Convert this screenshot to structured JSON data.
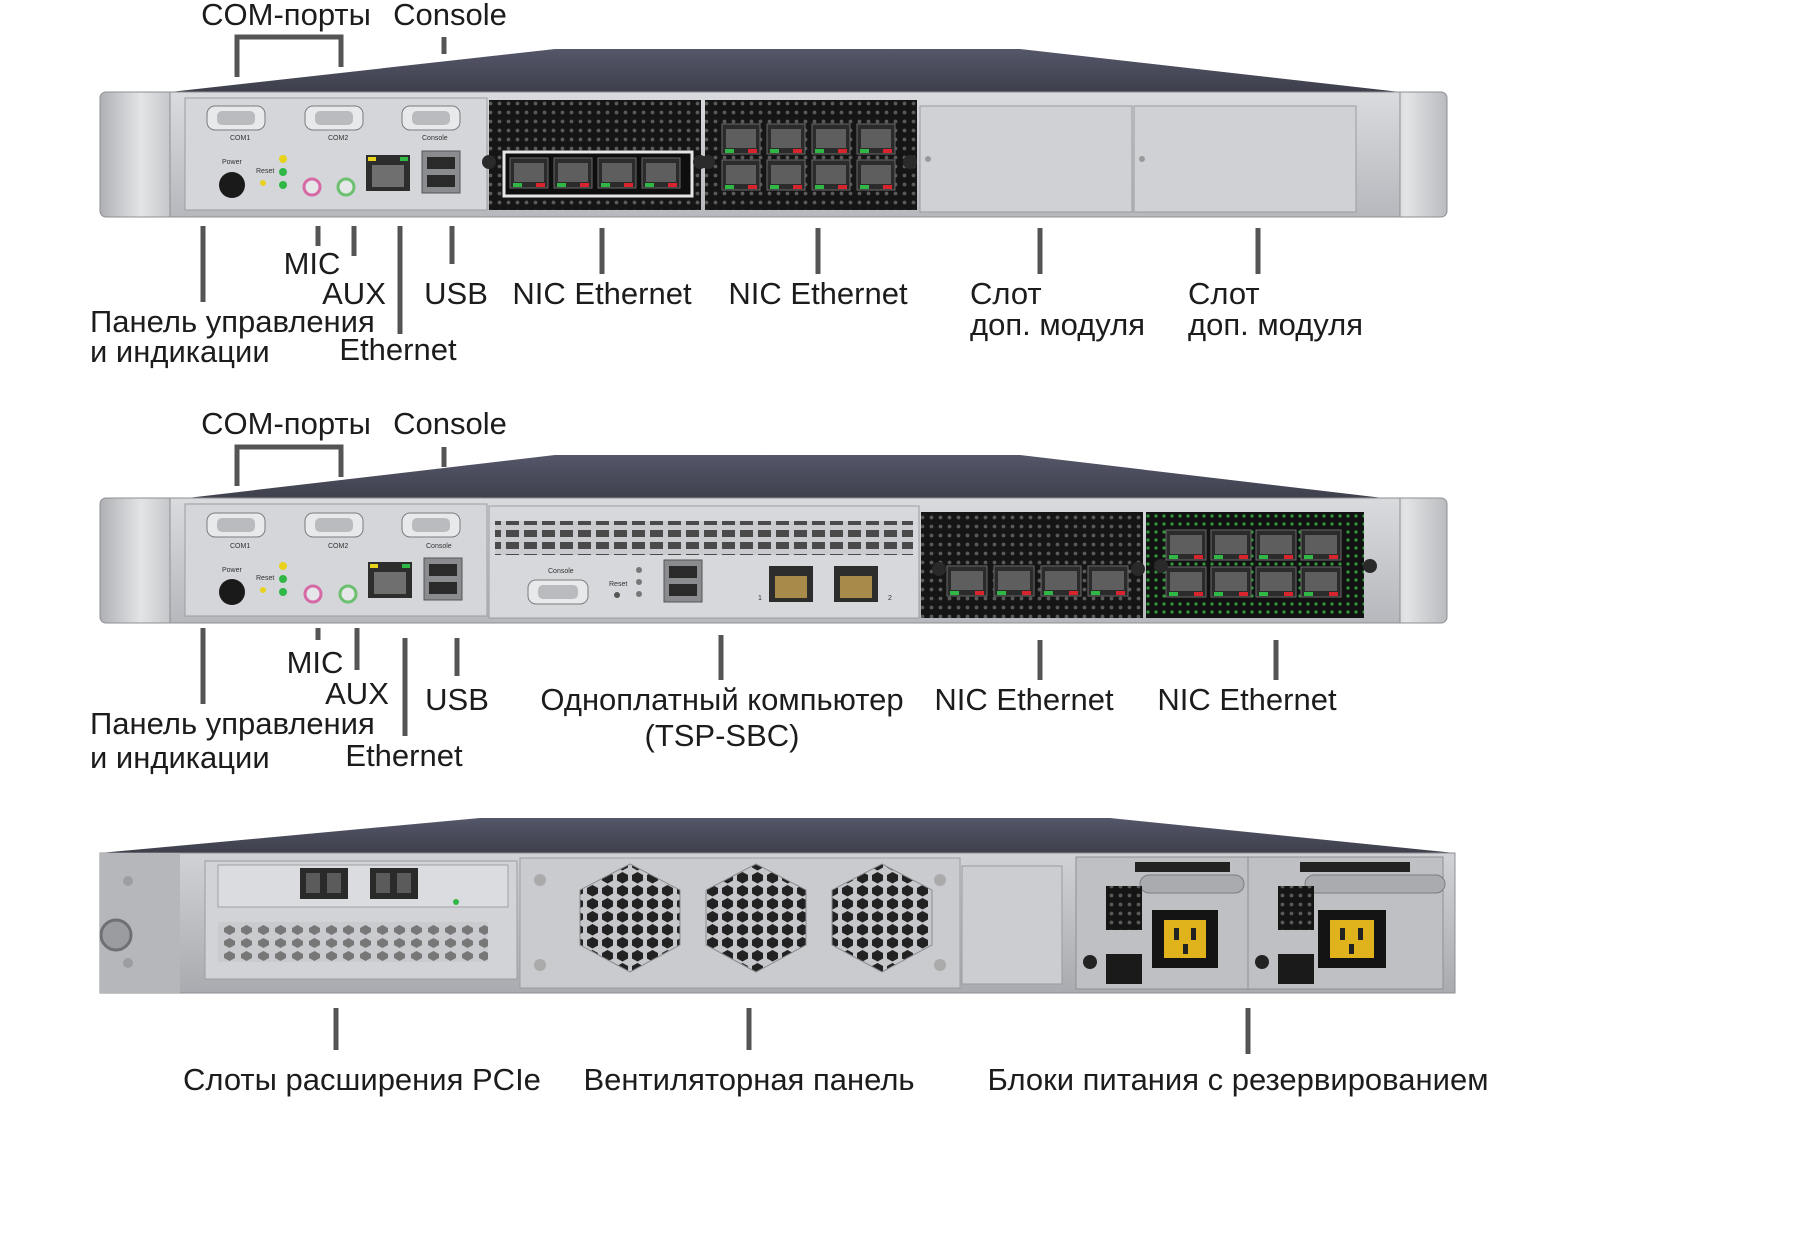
{
  "unit1": {
    "labels": {
      "com_ports": "COM-порты",
      "console": "Console",
      "mic": "MIC",
      "aux": "AUX",
      "usb": "USB",
      "nic_1": "NIC Ethernet",
      "nic_2": "NIC Ethernet",
      "slot_1_line1": "Слот",
      "slot_1_line2": "доп. модуля",
      "slot_2_line1": "Слот",
      "slot_2_line2": "доп. модуля",
      "panel_line1": "Панель управления",
      "panel_line2": "и индикации",
      "ethernet": "Ethernet"
    },
    "port_marks": {
      "com1": "COM1",
      "com2": "COM2",
      "console": "Console",
      "power": "Power",
      "reset": "Reset"
    }
  },
  "unit2": {
    "labels": {
      "com_ports": "COM-порты",
      "console": "Console",
      "mic": "MIC",
      "aux": "AUX",
      "usb": "USB",
      "sbc_line1": "Одноплатный компьютер",
      "sbc_line2": "(TSP-SBC)",
      "nic_1": "NIC Ethernet",
      "nic_2": "NIC Ethernet",
      "panel_line1": "Панель управления",
      "panel_line2": "и индикации",
      "ethernet": "Ethernet"
    },
    "port_marks": {
      "com1": "COM1",
      "com2": "COM2",
      "console": "Console",
      "power": "Power",
      "reset": "Reset",
      "sbc_console": "Console",
      "sbc_reset": "Reset",
      "lan1": "1",
      "lan2": "2"
    }
  },
  "rear": {
    "labels": {
      "pcie": "Слоты расширения PCIe",
      "fans": "Вентиляторная панель",
      "psu": "Блоки питания с резервированием"
    }
  },
  "colors": {
    "chassis_top": "#4a4c58",
    "panel": "#c4c6cb",
    "nic_black": "#141414",
    "led_green": "#2fb845",
    "led_red": "#d8242c",
    "led_yellow": "#e8d21c",
    "label_text": "#1c1c1c"
  }
}
